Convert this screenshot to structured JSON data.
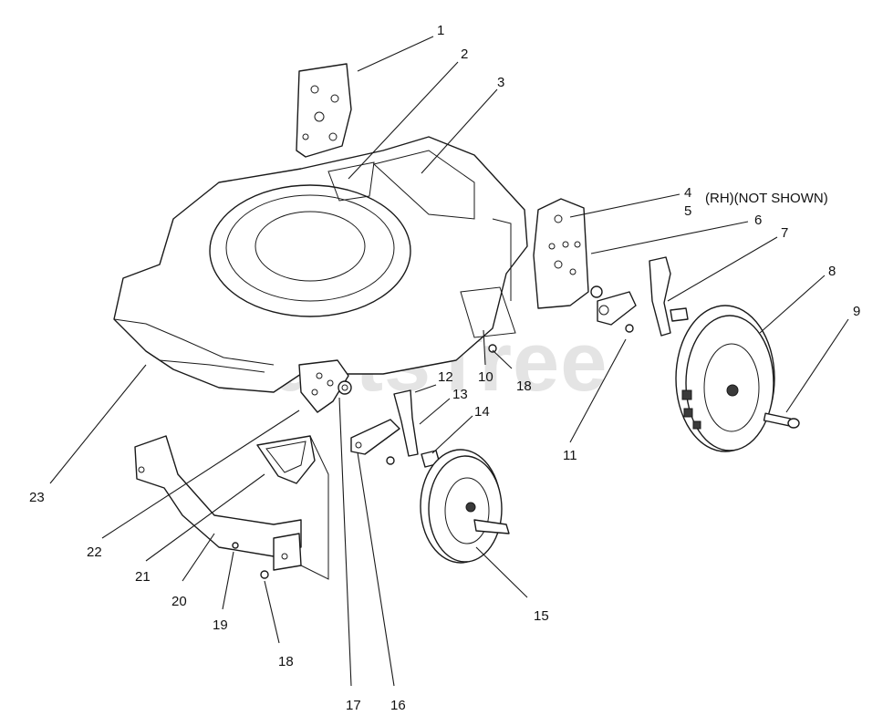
{
  "watermark": "PartsTree",
  "callouts": {
    "c1": "1",
    "c2": "2",
    "c3": "3",
    "c4": "4",
    "c5": "5",
    "c6": "6",
    "c7": "7",
    "c8": "8",
    "c9": "9",
    "c10": "10",
    "c11": "11",
    "c12": "12",
    "c13": "13",
    "c14": "14",
    "c15": "15",
    "c16": "16",
    "c17": "17",
    "c18a": "18",
    "c18b": "18",
    "c19": "19",
    "c20": "20",
    "c21": "21",
    "c22": "22",
    "c23": "23"
  },
  "notes": {
    "rh_note": "(RH)(NOT SHOWN)"
  }
}
